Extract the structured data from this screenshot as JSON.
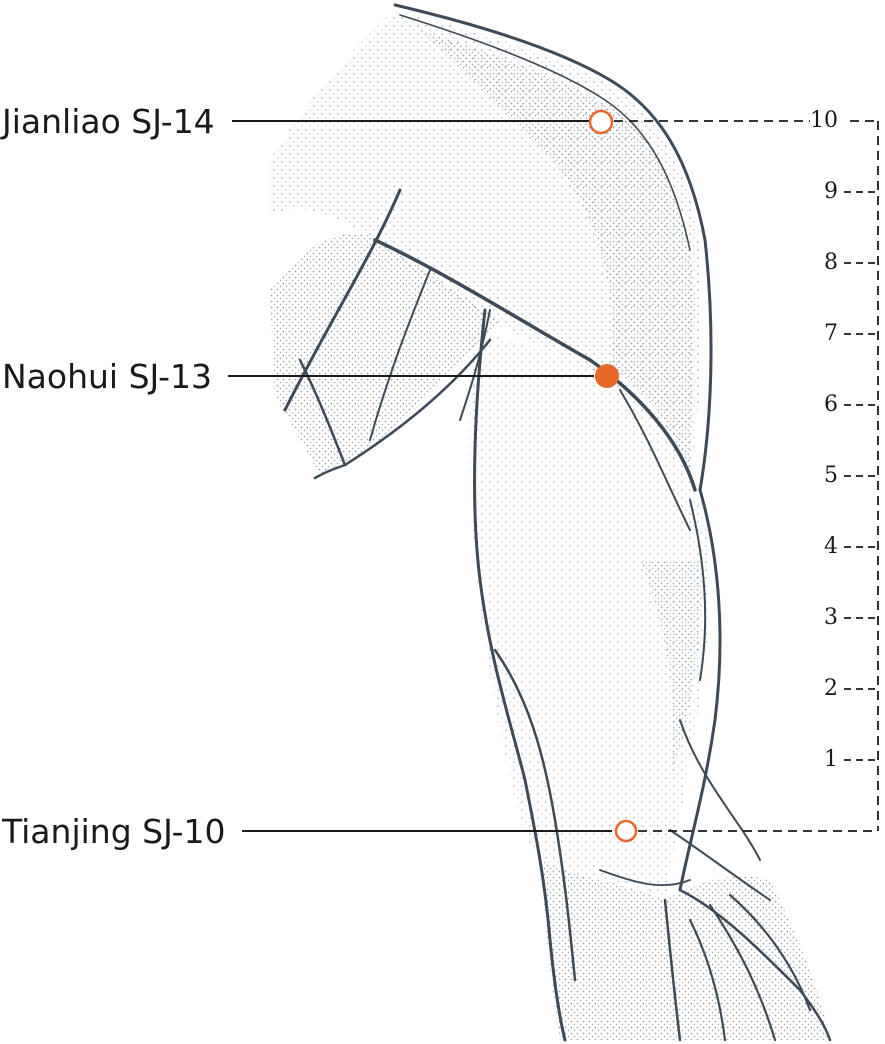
{
  "points": [
    {
      "id": "sj14",
      "label": "Jianliao SJ-14",
      "marker": "open-circle",
      "scale_level": 10
    },
    {
      "id": "sj13",
      "label": "Naohui SJ-13",
      "marker": "filled-circle",
      "scale_level": 6.5
    },
    {
      "id": "sj10",
      "label": "Tianjing SJ-10",
      "marker": "open-circle",
      "scale_level": 0
    }
  ],
  "scale": {
    "ticks": [
      "1",
      "2",
      "3",
      "4",
      "5",
      "6",
      "7",
      "8",
      "9",
      "10"
    ]
  },
  "colors": {
    "accent": "#e8682a",
    "line": "#3e4a55",
    "dots": "#5a6670",
    "text": "#1a1a1a"
  },
  "icons": {
    "open-point": "open-circle",
    "filled-point": "filled-circle",
    "arm": "arm-muscle-illustration"
  }
}
